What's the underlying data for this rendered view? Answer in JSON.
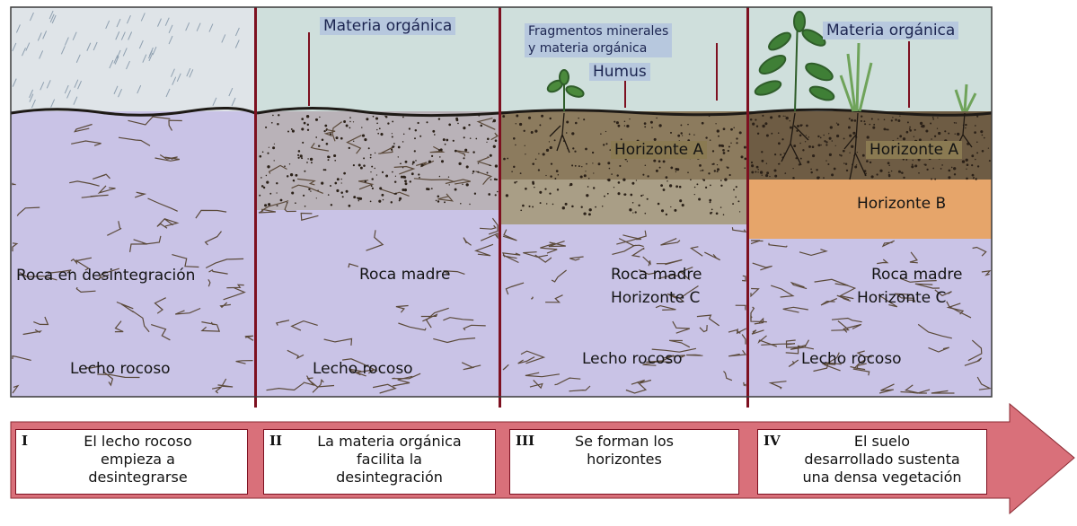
{
  "colors": {
    "sky": "#cfdfdc",
    "rock": "#c9c3e6",
    "crack": "#5b4a3a",
    "topsoil": "#6e5c44",
    "horizon_b": "#e6a56a",
    "divider": "#7d1020",
    "arrow": "#d9707a",
    "label_tag": "#b7c8de"
  },
  "panels": [
    {
      "stage_number": "I",
      "labels": {
        "rock_label": "Roca en desintegración",
        "bedrock": "Lecho rocoso"
      },
      "caption": "El lecho rocoso\nempieza a\ndesintegrarse"
    },
    {
      "stage_number": "II",
      "labels": {
        "organic_matter": "Materia orgánica",
        "parent_rock": "Roca madre",
        "bedrock": "Lecho rocoso"
      },
      "caption": "La materia orgánica\nfacilita la\ndesintegración"
    },
    {
      "stage_number": "III",
      "labels": {
        "fragments": "Fragmentos minerales\ny materia orgánica",
        "humus": "Humus",
        "horizon_a": "Horizonte A",
        "parent_rock": "Roca madre",
        "horizon_c": "Horizonte C",
        "bedrock": "Lecho rocoso"
      },
      "caption": "Se forman los\nhorizontes"
    },
    {
      "stage_number": "IV",
      "labels": {
        "organic_matter": "Materia orgánica",
        "horizon_a": "Horizonte A",
        "horizon_b": "Horizonte B",
        "parent_rock": "Roca madre",
        "horizon_c": "Horizonte C",
        "bedrock": "Lecho rocoso"
      },
      "caption": "El suelo\ndesarrollado sustenta\nuna densa vegetación"
    }
  ]
}
